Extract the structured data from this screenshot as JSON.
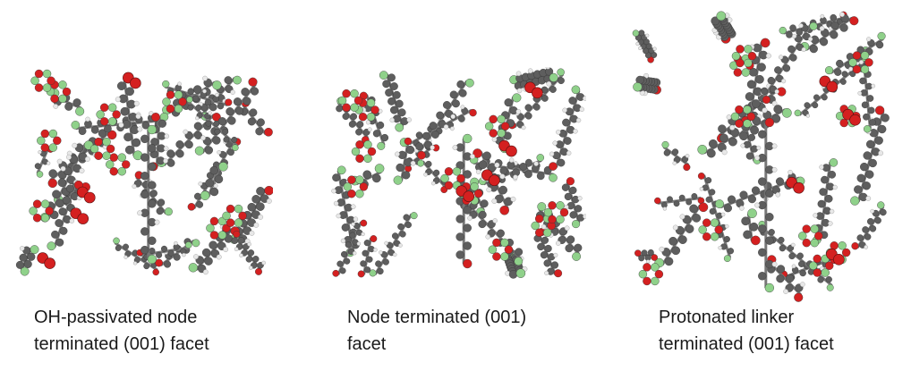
{
  "atom_colors": {
    "carbon": "#5e5e5e",
    "oxygen": "#d42020",
    "metal": "#8fd18a",
    "hydrogen": "#e8e8e8",
    "bond": "#777777"
  },
  "panels": [
    {
      "caption_line1": "OH-passivated node",
      "caption_line2": "terminated (001) facet"
    },
    {
      "caption_line1": "Node terminated (001)",
      "caption_line2": "facet"
    },
    {
      "caption_line1": "Protonated linker",
      "caption_line2": "terminated (001) facet"
    }
  ]
}
